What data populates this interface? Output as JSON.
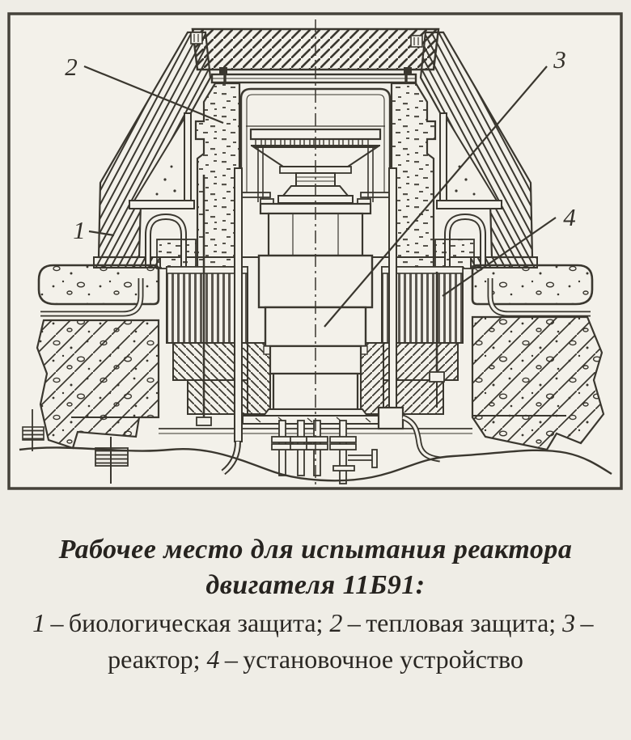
{
  "figure": {
    "callouts": [
      {
        "num": "1"
      },
      {
        "num": "2"
      },
      {
        "num": "3"
      },
      {
        "num": "4"
      }
    ]
  },
  "caption": {
    "title_line1": "Рабочее место для испытания реактора",
    "title_line2": "двигателя 11Б91:",
    "dash": "–",
    "legend_items": [
      {
        "num": "1",
        "label": "биологическая защита",
        "sep": "; "
      },
      {
        "num": "2",
        "label": "тепловая защита",
        "sep": "; "
      },
      {
        "num": "3",
        "label": "реактор",
        "sep": "; "
      },
      {
        "num": "4",
        "label": "установочное устройство",
        "sep": ""
      }
    ]
  },
  "colors": {
    "ink": "#3a372f",
    "paper": "#efede6",
    "panel": "#f3f1ea"
  }
}
